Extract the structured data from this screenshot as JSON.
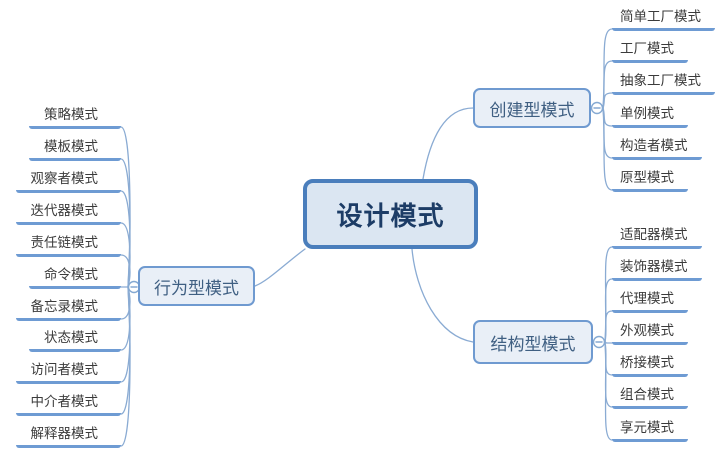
{
  "central_topic": "设计模式",
  "branches": [
    {
      "label": "创建型模式",
      "side": "right",
      "children": [
        "简单工厂模式",
        "工厂模式",
        "抽象工厂模式",
        "单例模式",
        "构造者模式",
        "原型模式"
      ]
    },
    {
      "label": "结构型模式",
      "side": "right",
      "children": [
        "适配器模式",
        "装饰器模式",
        "代理模式",
        "外观模式",
        "桥接模式",
        "组合模式",
        "享元模式"
      ]
    },
    {
      "label": "行为型模式",
      "side": "left",
      "children": [
        "策略模式",
        "模板模式",
        "观察者模式",
        "迭代器模式",
        "责任链模式",
        "命令模式",
        "备忘录模式",
        "状态模式",
        "访问者模式",
        "中介者模式",
        "解释器模式"
      ]
    }
  ],
  "colors": {
    "center_border": "#4a7ebc",
    "center_fill": "#dbe6f2",
    "center_text": "#1c3c66",
    "branch_border": "#6f9ad0",
    "branch_fill": "#e9eff7",
    "branch_text": "#3f5f82",
    "leaf_text": "#3b3b3b",
    "leaf_line": "#6e9bd3",
    "curve": "#8aabd3",
    "toggle": "#85a9d2"
  }
}
